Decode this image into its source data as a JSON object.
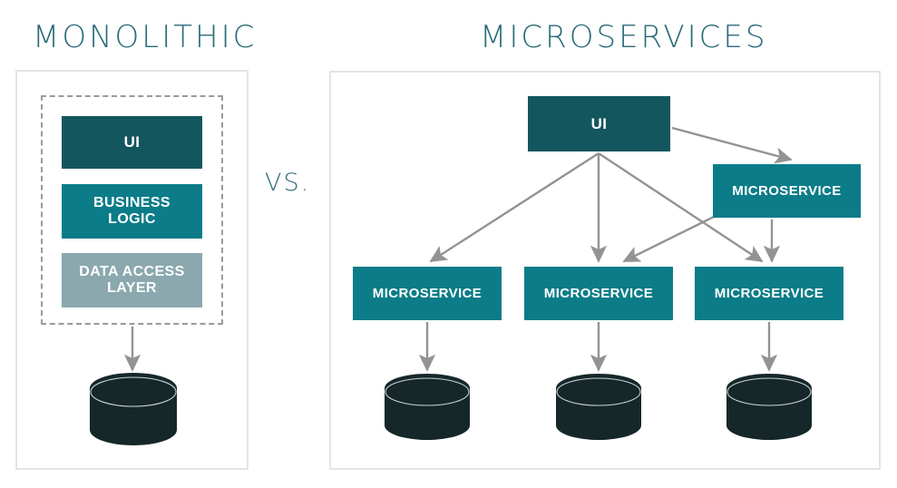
{
  "meta": {
    "comparison_separator": "VS."
  },
  "colors": {
    "title_teal": "#2a6b78",
    "box_dark_teal": "#13565e",
    "box_mid_teal": "#0b7c88",
    "box_muted_teal": "#8aa8ae",
    "cylinder_dark": "#16272a",
    "arrow_gray": "#939393",
    "panel_border": "#e4e4e4",
    "dashed_border": "#9a9a9a",
    "label_white": "#ffffff"
  },
  "monolithic": {
    "title": "MONOLITHIC",
    "layers": [
      {
        "label": "UI",
        "color": "#13565e"
      },
      {
        "label": "BUSINESS LOGIC",
        "line1": "BUSINESS",
        "line2": "LOGIC",
        "color": "#0b7c88"
      },
      {
        "label": "DATA ACCESS LAYER",
        "line1": "DATA ACCESS",
        "line2": "LAYER",
        "color": "#8aa8ae"
      }
    ],
    "database": {
      "label": "",
      "count": 1
    }
  },
  "microservices": {
    "title": "MICROSERVICES",
    "ui": {
      "label": "UI"
    },
    "services": [
      {
        "id": "top-right",
        "label": "MICROSERVICE"
      },
      {
        "id": "bottom-1",
        "label": "MICROSERVICE"
      },
      {
        "id": "bottom-2",
        "label": "MICROSERVICE"
      },
      {
        "id": "bottom-3",
        "label": "MICROSERVICE"
      }
    ],
    "databases": {
      "count": 3
    }
  }
}
